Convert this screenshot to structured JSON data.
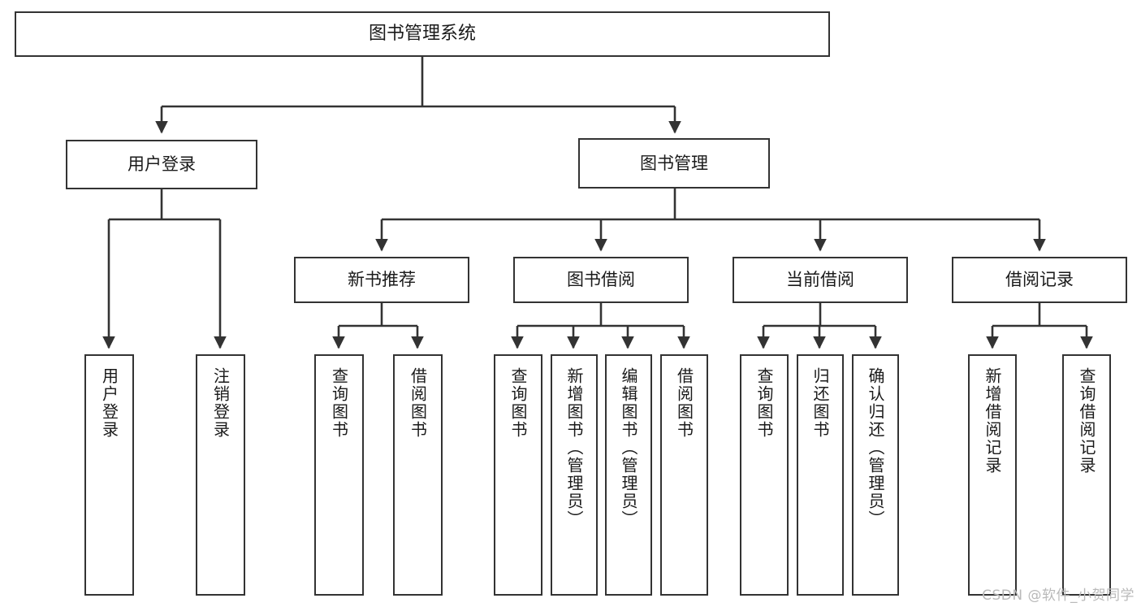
{
  "diagram": {
    "title": "图书管理系统",
    "type": "tree-hierarchy-diagram",
    "colors": {
      "box_border": "#333333",
      "box_fill": "#ffffff",
      "edge": "#333333",
      "text": "#1a1a1a",
      "watermark": "#b9b9b9",
      "background": "#ffffff"
    },
    "root": {
      "label": "图书管理系统"
    },
    "level2": [
      {
        "label": "用户登录"
      },
      {
        "label": "图书管理"
      }
    ],
    "level3": [
      {
        "label": "新书推荐"
      },
      {
        "label": "图书借阅"
      },
      {
        "label": "当前借阅"
      },
      {
        "label": "借阅记录"
      }
    ],
    "leaves": {
      "user_login": [
        {
          "label": "用户登录"
        },
        {
          "label": "注销登录"
        }
      ],
      "new_book": [
        {
          "label": "查询图书"
        },
        {
          "label": "借阅图书"
        }
      ],
      "book_borrow": [
        {
          "label": "查询图书"
        },
        {
          "label": "新增图书（管理员）"
        },
        {
          "label": "编辑图书（管理员）"
        },
        {
          "label": "借阅图书"
        }
      ],
      "current_borrow": [
        {
          "label": "查询图书"
        },
        {
          "label": "归还图书"
        },
        {
          "label": "确认归还（管理员）"
        }
      ],
      "borrow_record": [
        {
          "label": "新增借阅记录"
        },
        {
          "label": "查询借阅记录"
        }
      ]
    },
    "watermark": "CSDN @软件_小贺同学"
  }
}
